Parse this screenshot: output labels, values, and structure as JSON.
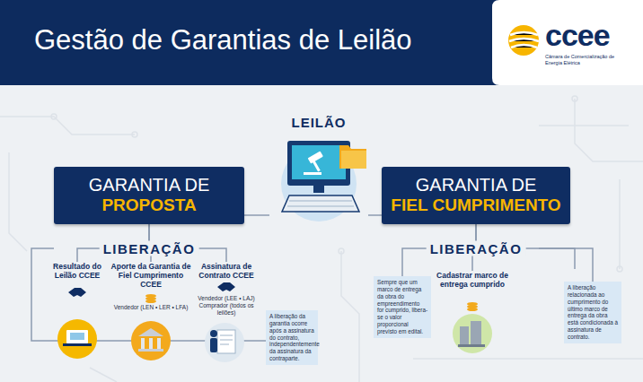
{
  "diagram": {
    "title": "Gestão de Garantias de Leilão",
    "nodes": [
      {
        "text": [
          "LEILÃO"
        ]
      },
      {
        "text": [
          "GARANTIA DE",
          "PROPOSTA"
        ]
      },
      {
        "text": [
          "GARANTIA DE",
          "FIEL CUMPRIMENTO"
        ]
      },
      {
        "text": [
          "Resultado do Leilão CCEE"
        ]
      },
      {
        "text": [
          "Aporte da Garantia de Fiel Cumprimento CCEE",
          "Vendedor (LEN • LER • LFA)"
        ]
      },
      {
        "text": [
          "Assinatura de Contrato CCEE",
          "Vendedor (LEE • LAJ) Comprador (todos os leilões)"
        ]
      },
      {
        "text": [
          "A liberação da garantia ocorre após a assinatura do contrato, independentemente da assinatura da contraparte."
        ]
      },
      {
        "text": [
          "Sempre que um marco de entrega da obra do empreendimento for cumprido, libera-se o valor proporcional previsto em edital."
        ]
      },
      {
        "text": [
          "Cadastrar marco de entrega cumprido"
        ]
      },
      {
        "text": [
          "A liberação relacionada ao cumprimento do último marco de entrega da obra está condicionada à assinatura de contrato."
        ]
      }
    ],
    "edges": [
      {
        "from": 0,
        "to": 1,
        "arrow": "none"
      },
      {
        "from": 0,
        "to": 2,
        "arrow": "none"
      },
      {
        "from": 1,
        "to": 3,
        "arrow": "none"
      },
      {
        "from": 1,
        "to": 4,
        "arrow": "none"
      },
      {
        "from": 1,
        "to": 5,
        "arrow": "none"
      },
      {
        "from": 2,
        "to": 7,
        "arrow": "none"
      },
      {
        "from": 2,
        "to": 8,
        "arrow": "none"
      },
      {
        "from": 2,
        "to": 9,
        "arrow": "none"
      }
    ],
    "labels": [
      "LIBERAÇÃO",
      "LIBERAÇÃO",
      "ccee",
      "Câmara de Comercialização de Energia Elétrica"
    ]
  }
}
